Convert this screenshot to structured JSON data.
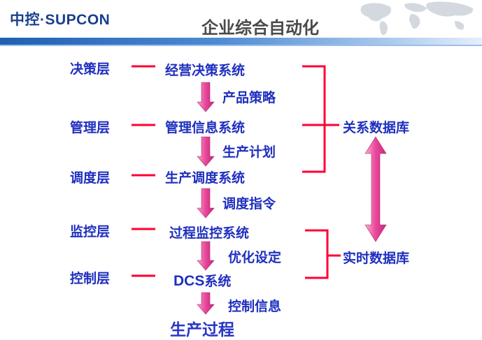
{
  "header": {
    "logo": "中控·SUPCON",
    "title": "企业综合自动化"
  },
  "levels": [
    "决策层",
    "管理层",
    "调度层",
    "监控层",
    "控制层"
  ],
  "systems": {
    "decision": "经营决策系统",
    "management": "管理信息系统",
    "scheduling": "生产调度系统",
    "monitoring": "过程监控系统",
    "control_prefix": "DCS",
    "control_suffix": "系统"
  },
  "flows": [
    "产品策略",
    "生产计划",
    "调度指令",
    "优化设定",
    "控制信息"
  ],
  "databases": {
    "relational": "关系数据库",
    "realtime": "实时数据库"
  },
  "bottom": "生产过程",
  "colors": {
    "text": "#1f2fbf",
    "line": "#ff0033",
    "arrow": "#e8479a",
    "header": "#1f5fb2"
  }
}
